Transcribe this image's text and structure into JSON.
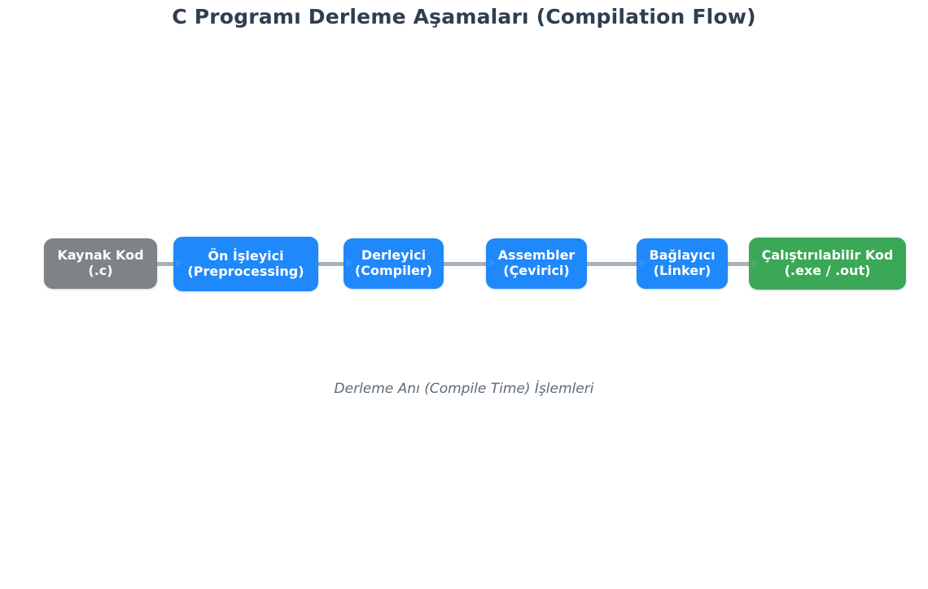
{
  "title": "C Programı Derleme Aşamaları (Compilation Flow)",
  "caption": "Derleme Anı (Compile Time) İşlemleri",
  "colors": {
    "title_text": "#2f3e50",
    "source_node": "#7f8387",
    "process_node": "#1f88fb",
    "output_node": "#3aa857",
    "connector": "#a9b1b9",
    "caption_text": "#5d6b78",
    "node_text": "#ffffff",
    "background": "#ffffff"
  },
  "flow": {
    "nodes": [
      {
        "id": "source-code",
        "label": "Kaynak Kod\n(.c)",
        "kind": "source",
        "color": "#7f8387"
      },
      {
        "id": "preprocessor",
        "label": "Ön İşleyici\n(Preprocessing)",
        "kind": "process",
        "color": "#1f88fb"
      },
      {
        "id": "compiler",
        "label": "Derleyici\n(Compiler)",
        "kind": "process",
        "color": "#1f88fb"
      },
      {
        "id": "assembler",
        "label": "Assembler\n(Çevirici)",
        "kind": "process",
        "color": "#1f88fb"
      },
      {
        "id": "linker",
        "label": "Bağlayıcı\n(Linker)",
        "kind": "process",
        "color": "#1f88fb"
      },
      {
        "id": "executable",
        "label": "Çalıştırılabilir Kod\n(.exe / .out)",
        "kind": "output",
        "color": "#3aa857"
      }
    ],
    "edges": [
      {
        "from": "source-code",
        "to": "preprocessor"
      },
      {
        "from": "preprocessor",
        "to": "compiler"
      },
      {
        "from": "compiler",
        "to": "assembler"
      },
      {
        "from": "assembler",
        "to": "linker"
      },
      {
        "from": "linker",
        "to": "executable"
      }
    ]
  }
}
